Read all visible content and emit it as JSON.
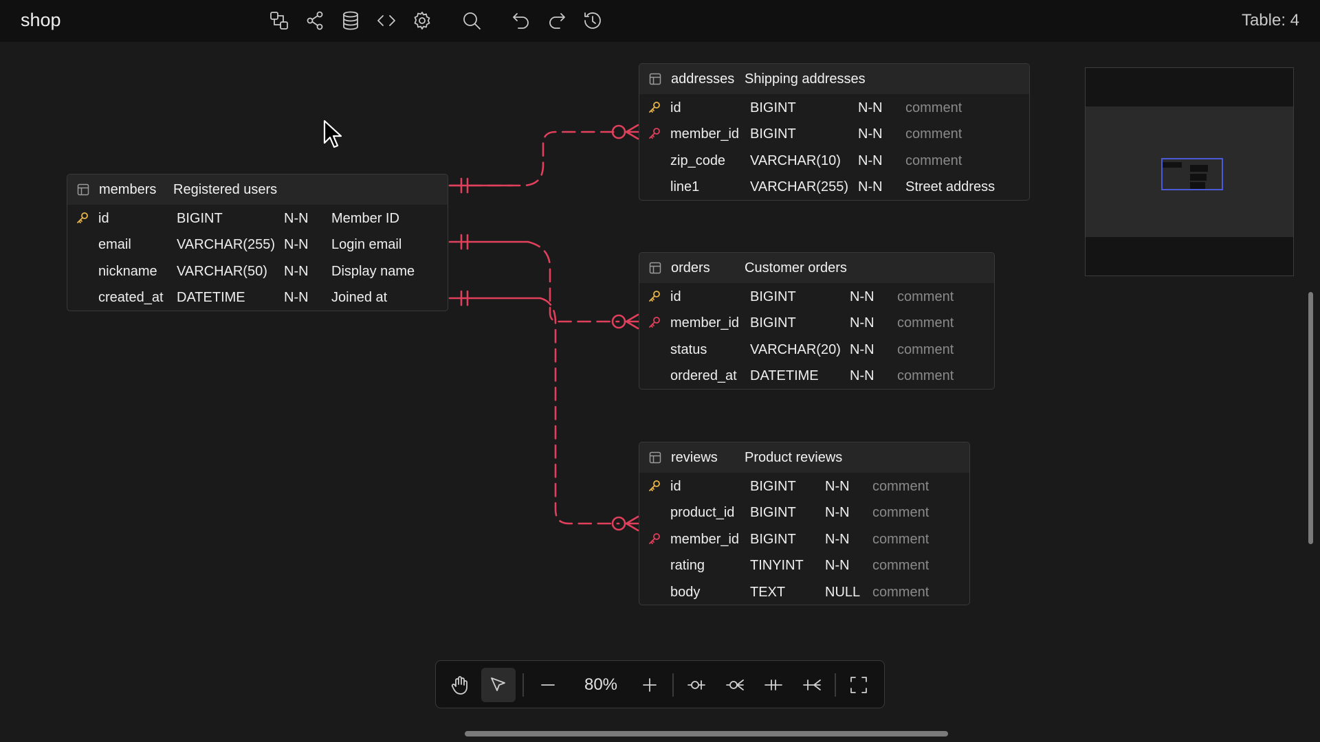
{
  "app": {
    "title": "shop",
    "table_count": "Table: 4"
  },
  "toolbar": {
    "icons": [
      "diagram-icon",
      "share-icon",
      "database-icon",
      "code-icon",
      "settings-icon",
      "search-icon",
      "undo-icon",
      "redo-icon",
      "history-icon"
    ]
  },
  "colors": {
    "relation": "#e0405c",
    "primary_key": "#e9b54a",
    "foreign_key": "#e0405c",
    "minimap_viewport": "#4a5ad8"
  },
  "tables": [
    {
      "name": "members",
      "comment": "Registered users",
      "rows": [
        {
          "key": "pk",
          "name": "id",
          "type": "BIGINT",
          "nullable": "N-N",
          "comment": "Member ID",
          "placeholder": false
        },
        {
          "key": "",
          "name": "email",
          "type": "VARCHAR(255)",
          "nullable": "N-N",
          "comment": "Login email",
          "placeholder": false
        },
        {
          "key": "",
          "name": "nickname",
          "type": "VARCHAR(50)",
          "nullable": "N-N",
          "comment": "Display name",
          "placeholder": false
        },
        {
          "key": "",
          "name": "created_at",
          "type": "DATETIME",
          "nullable": "N-N",
          "comment": "Joined at",
          "placeholder": false
        }
      ]
    },
    {
      "name": "addresses",
      "comment": "Shipping addresses",
      "rows": [
        {
          "key": "pk",
          "name": "id",
          "type": "BIGINT",
          "nullable": "N-N",
          "comment": "comment",
          "placeholder": true
        },
        {
          "key": "fk",
          "name": "member_id",
          "type": "BIGINT",
          "nullable": "N-N",
          "comment": "comment",
          "placeholder": true
        },
        {
          "key": "",
          "name": "zip_code",
          "type": "VARCHAR(10)",
          "nullable": "N-N",
          "comment": "comment",
          "placeholder": true
        },
        {
          "key": "",
          "name": "line1",
          "type": "VARCHAR(255)",
          "nullable": "N-N",
          "comment": "Street address",
          "placeholder": false
        }
      ]
    },
    {
      "name": "orders",
      "comment": "Customer orders",
      "rows": [
        {
          "key": "pk",
          "name": "id",
          "type": "BIGINT",
          "nullable": "N-N",
          "comment": "comment",
          "placeholder": true
        },
        {
          "key": "fk",
          "name": "member_id",
          "type": "BIGINT",
          "nullable": "N-N",
          "comment": "comment",
          "placeholder": true
        },
        {
          "key": "",
          "name": "status",
          "type": "VARCHAR(20)",
          "nullable": "N-N",
          "comment": "comment",
          "placeholder": true
        },
        {
          "key": "",
          "name": "ordered_at",
          "type": "DATETIME",
          "nullable": "N-N",
          "comment": "comment",
          "placeholder": true
        }
      ]
    },
    {
      "name": "reviews",
      "comment": "Product reviews",
      "rows": [
        {
          "key": "pk",
          "name": "id",
          "type": "BIGINT",
          "nullable": "N-N",
          "comment": "comment",
          "placeholder": true
        },
        {
          "key": "",
          "name": "product_id",
          "type": "BIGINT",
          "nullable": "N-N",
          "comment": "comment",
          "placeholder": true
        },
        {
          "key": "fk",
          "name": "member_id",
          "type": "BIGINT",
          "nullable": "N-N",
          "comment": "comment",
          "placeholder": true
        },
        {
          "key": "",
          "name": "rating",
          "type": "TINYINT",
          "nullable": "N-N",
          "comment": "comment",
          "placeholder": true
        },
        {
          "key": "",
          "name": "body",
          "type": "TEXT",
          "nullable": "NULL",
          "comment": "comment",
          "placeholder": true
        }
      ]
    }
  ],
  "zoom": {
    "level": "80%",
    "tools": [
      "hand-icon",
      "pointer-icon",
      "zoom-out-icon",
      "zoom-in-icon",
      "zero-one-icon",
      "zero-many-icon",
      "one-one-icon",
      "one-many-icon",
      "fullscreen-icon"
    ]
  }
}
